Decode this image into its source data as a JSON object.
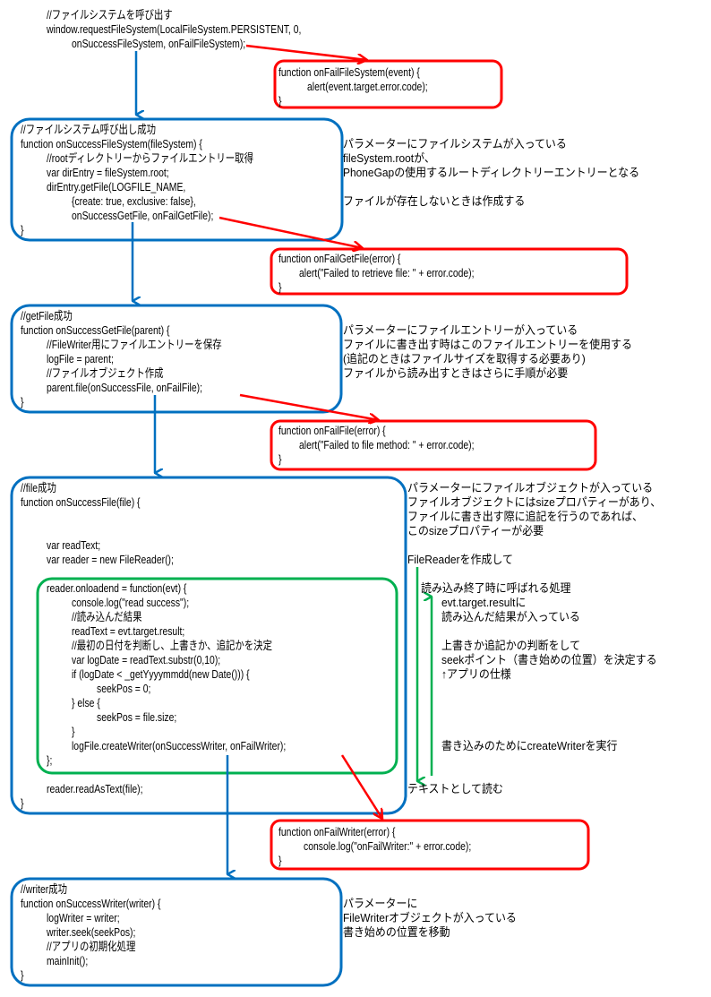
{
  "top_call": {
    "lines": [
      "//ファイルシステムを呼び出す",
      "window.requestFileSystem(LocalFileSystem.PERSISTENT, 0,",
      "onSuccessFileSystem, onFailFileSystem);"
    ]
  },
  "fail_filesystem": {
    "lines": [
      "function onFailFileSystem(event) {",
      "alert(event.target.error.code);",
      "}"
    ]
  },
  "success_filesystem": {
    "lines": [
      "//ファイルシステム呼び出し成功",
      "function onSuccessFileSystem(fileSystem) {",
      "//rootディレクトリーからファイルエントリー取得",
      "var dirEntry = fileSystem.root;",
      "dirEntry.getFile(LOGFILE_NAME,",
      "{create: true, exclusive: false},",
      "onSuccessGetFile, onFailGetFile);",
      "}"
    ],
    "notes": [
      "パラメーターにファイルシステムが入っている",
      "fileSystem.rootが、",
      "PhoneGapの使用するルートディレクトリーエントリーとなる",
      "ファイルが存在しないときは作成する"
    ]
  },
  "fail_getfile": {
    "lines": [
      "function onFailGetFile(error) {",
      "alert(\"Failed to retrieve file: \" + error.code);",
      "}"
    ]
  },
  "success_getfile": {
    "lines": [
      "//getFile成功",
      "function onSuccessGetFile(parent) {",
      "//FileWriter用にファイルエントリーを保存",
      "logFile = parent;",
      "//ファイルオブジェクト作成",
      "parent.file(onSuccessFile, onFailFile);",
      "}"
    ],
    "notes": [
      "パラメーターにファイルエントリーが入っている",
      "ファイルに書き出す時はこのファイルエントリーを使用する",
      "(追記のときはファイルサイズを取得する必要あり)",
      "ファイルから読み出すときはさらに手順が必要"
    ]
  },
  "fail_file": {
    "lines": [
      "function onFailFile(error) {",
      "alert(\"Failed to file method: \" + error.code);",
      "}"
    ]
  },
  "success_file": {
    "lines": [
      "//file成功",
      "function onSuccessFile(file) {",
      "var readText;",
      "var reader = new FileReader();",
      "reader.onloadend = function(evt) {",
      "console.log(\"read success\");",
      "//読み込んだ結果",
      "readText = evt.target.result;",
      "//最初の日付を判断し、上書きか、追記かを決定",
      "var logDate = readText.substr(0,10);",
      "if (logDate < _getYyyymmdd(new Date())) {",
      "seekPos = 0;",
      "} else {",
      "seekPos = file.size;",
      "}",
      "logFile.createWriter(onSuccessWriter, onFailWriter);",
      "};",
      "reader.readAsText(file);",
      "}"
    ],
    "notes": [
      "パラメーターにファイルオブジェクトが入っている",
      "ファイルオブジェクトにはsizeプロパティーがあり、",
      "ファイルに書き出す際に追記を行うのであれば、",
      "このsizeプロパティーが必要",
      "FileReaderを作成して",
      "読み込み終了時に呼ばれる処理",
      "evt.target.resultに",
      "読み込んだ結果が入っている",
      "上書きか追記かの判断をして",
      "seekポイント（書き始めの位置）を決定する",
      "↑アプリの仕様",
      "書き込みのためにcreateWriterを実行",
      "テキストとして読む"
    ]
  },
  "fail_writer": {
    "lines": [
      "function onFailWriter(error) {",
      "console.log(\"onFailWriter:\" + error.code);",
      "}"
    ]
  },
  "success_writer": {
    "lines": [
      "//writer成功",
      "function onSuccessWriter(writer) {",
      "logWriter = writer;",
      "writer.seek(seekPos);",
      "//アプリの初期化処理",
      "mainInit();",
      "}"
    ],
    "notes": [
      "パラメーターに",
      "FileWriterオブジェクトが入っている",
      "書き始めの位置を移動"
    ]
  },
  "colors": {
    "success": "#0070c0",
    "fail": "#ff0000",
    "inner": "#00b050"
  }
}
